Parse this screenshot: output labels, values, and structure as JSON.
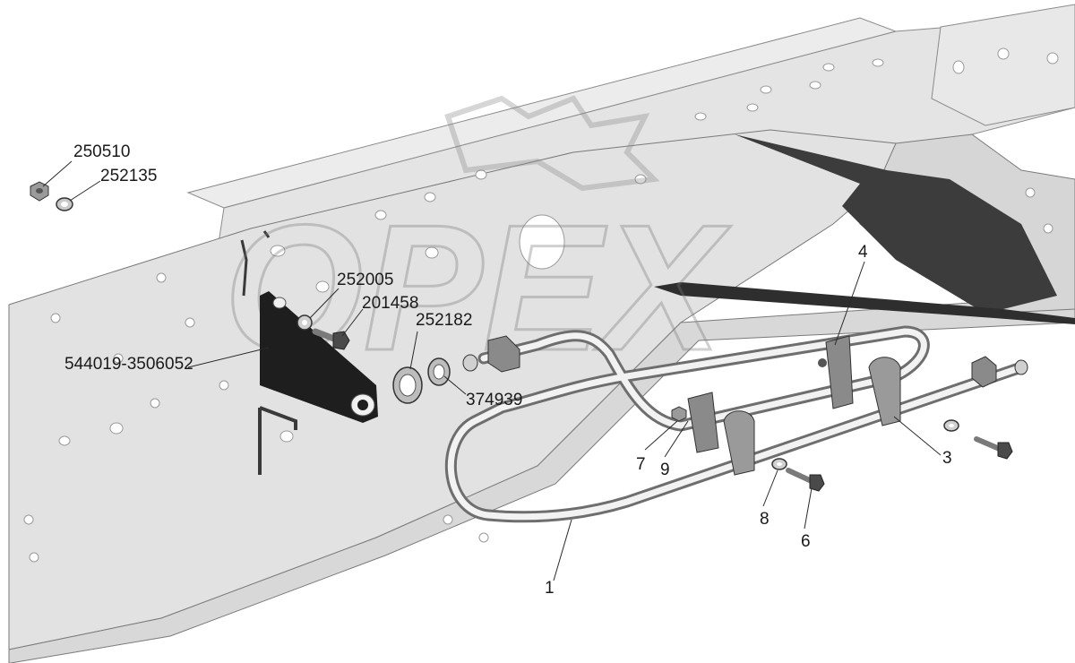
{
  "parts": [
    {
      "id": "p250510",
      "label": "250510"
    },
    {
      "id": "p252135",
      "label": "252135"
    },
    {
      "id": "p252005",
      "label": "252005"
    },
    {
      "id": "p201458",
      "label": "201458"
    },
    {
      "id": "p252182",
      "label": "252182"
    },
    {
      "id": "p544019",
      "label": "544019-3506052"
    },
    {
      "id": "p374939",
      "label": "374939"
    },
    {
      "id": "p4",
      "label": "4"
    },
    {
      "id": "p3",
      "label": "3"
    },
    {
      "id": "p7",
      "label": "7"
    },
    {
      "id": "p9",
      "label": "9"
    },
    {
      "id": "p8",
      "label": "8"
    },
    {
      "id": "p6",
      "label": "6"
    },
    {
      "id": "p1",
      "label": "1"
    }
  ],
  "watermark": "OPEX",
  "colors": {
    "frame_light": "#e6e6e6",
    "frame_shade": "#d2d2d2",
    "frame_dark": "#3c3c3c",
    "bracket": "#1e1e1e",
    "tube": "#6e6e6e"
  }
}
